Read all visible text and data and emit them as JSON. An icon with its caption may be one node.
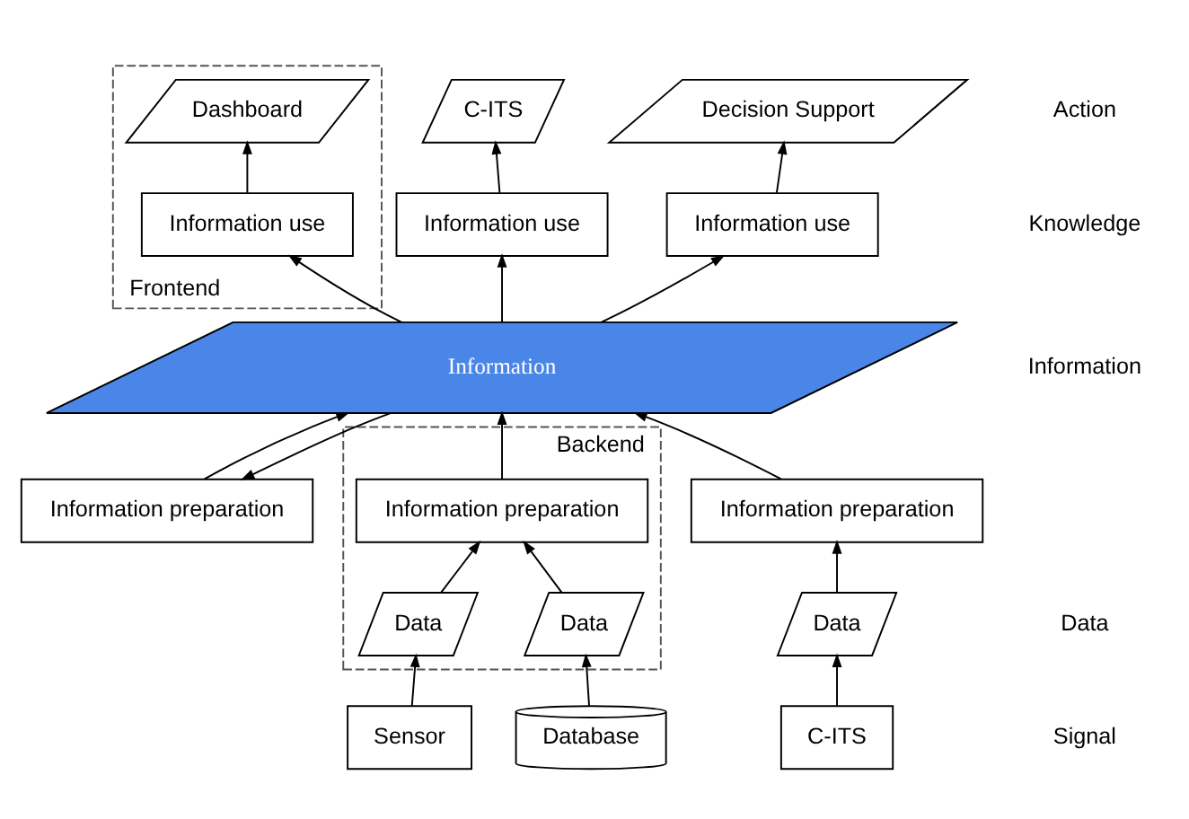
{
  "diagram": {
    "nodes": [
      {
        "text": [
          "C-ITS"
        ]
      },
      {
        "text": [
          "Frontend"
        ]
      },
      {
        "text": [
          "Dashboard"
        ],
        "in": 1
      },
      {
        "text": [
          "Decision Support"
        ]
      },
      {
        "text": [
          "Information use"
        ]
      },
      {
        "text": [
          "Information use"
        ],
        "in": 1
      },
      {
        "text": [
          "Information use"
        ]
      },
      {
        "text": [
          "Information"
        ]
      },
      {
        "text": [
          "Backend"
        ]
      },
      {
        "text": [
          "Information preparation"
        ],
        "in": 8
      },
      {
        "text": [
          "Information preparation"
        ]
      },
      {
        "text": [
          "Information preparation"
        ]
      },
      {
        "text": [
          "Data"
        ],
        "in": 8
      },
      {
        "text": [
          "Data"
        ],
        "in": 8
      },
      {
        "text": [
          "Data"
        ]
      },
      {
        "text": [
          "Sensor"
        ]
      },
      {
        "text": [
          "Database"
        ]
      },
      {
        "text": [
          "C-ITS"
        ]
      }
    ],
    "edges": [
      {
        "from": 4,
        "to": 0,
        "arrow": "to"
      },
      {
        "from": 5,
        "to": 2,
        "arrow": "to"
      },
      {
        "from": 6,
        "to": 3,
        "arrow": "to"
      },
      {
        "from": 7,
        "to": 4,
        "arrow": "to"
      },
      {
        "from": 7,
        "to": 5,
        "arrow": "to"
      },
      {
        "from": 7,
        "to": 6,
        "arrow": "to"
      },
      {
        "from": 9,
        "to": 7,
        "arrow": "to"
      },
      {
        "from": 10,
        "to": 7,
        "arrow": "to"
      },
      {
        "from": 7,
        "to": 11,
        "arrow": "to"
      },
      {
        "from": 11,
        "to": 7,
        "arrow": "to"
      },
      {
        "from": 12,
        "to": 9,
        "arrow": "to"
      },
      {
        "from": 13,
        "to": 9,
        "arrow": "to"
      },
      {
        "from": 14,
        "to": 10,
        "arrow": "to"
      },
      {
        "from": 15,
        "to": 12,
        "arrow": "to"
      },
      {
        "from": 16,
        "to": 13,
        "arrow": "to"
      },
      {
        "from": 17,
        "to": 14,
        "arrow": "to"
      }
    ],
    "labels": [
      "Action",
      "Knowledge",
      "Information",
      "Data",
      "Signal"
    ]
  }
}
